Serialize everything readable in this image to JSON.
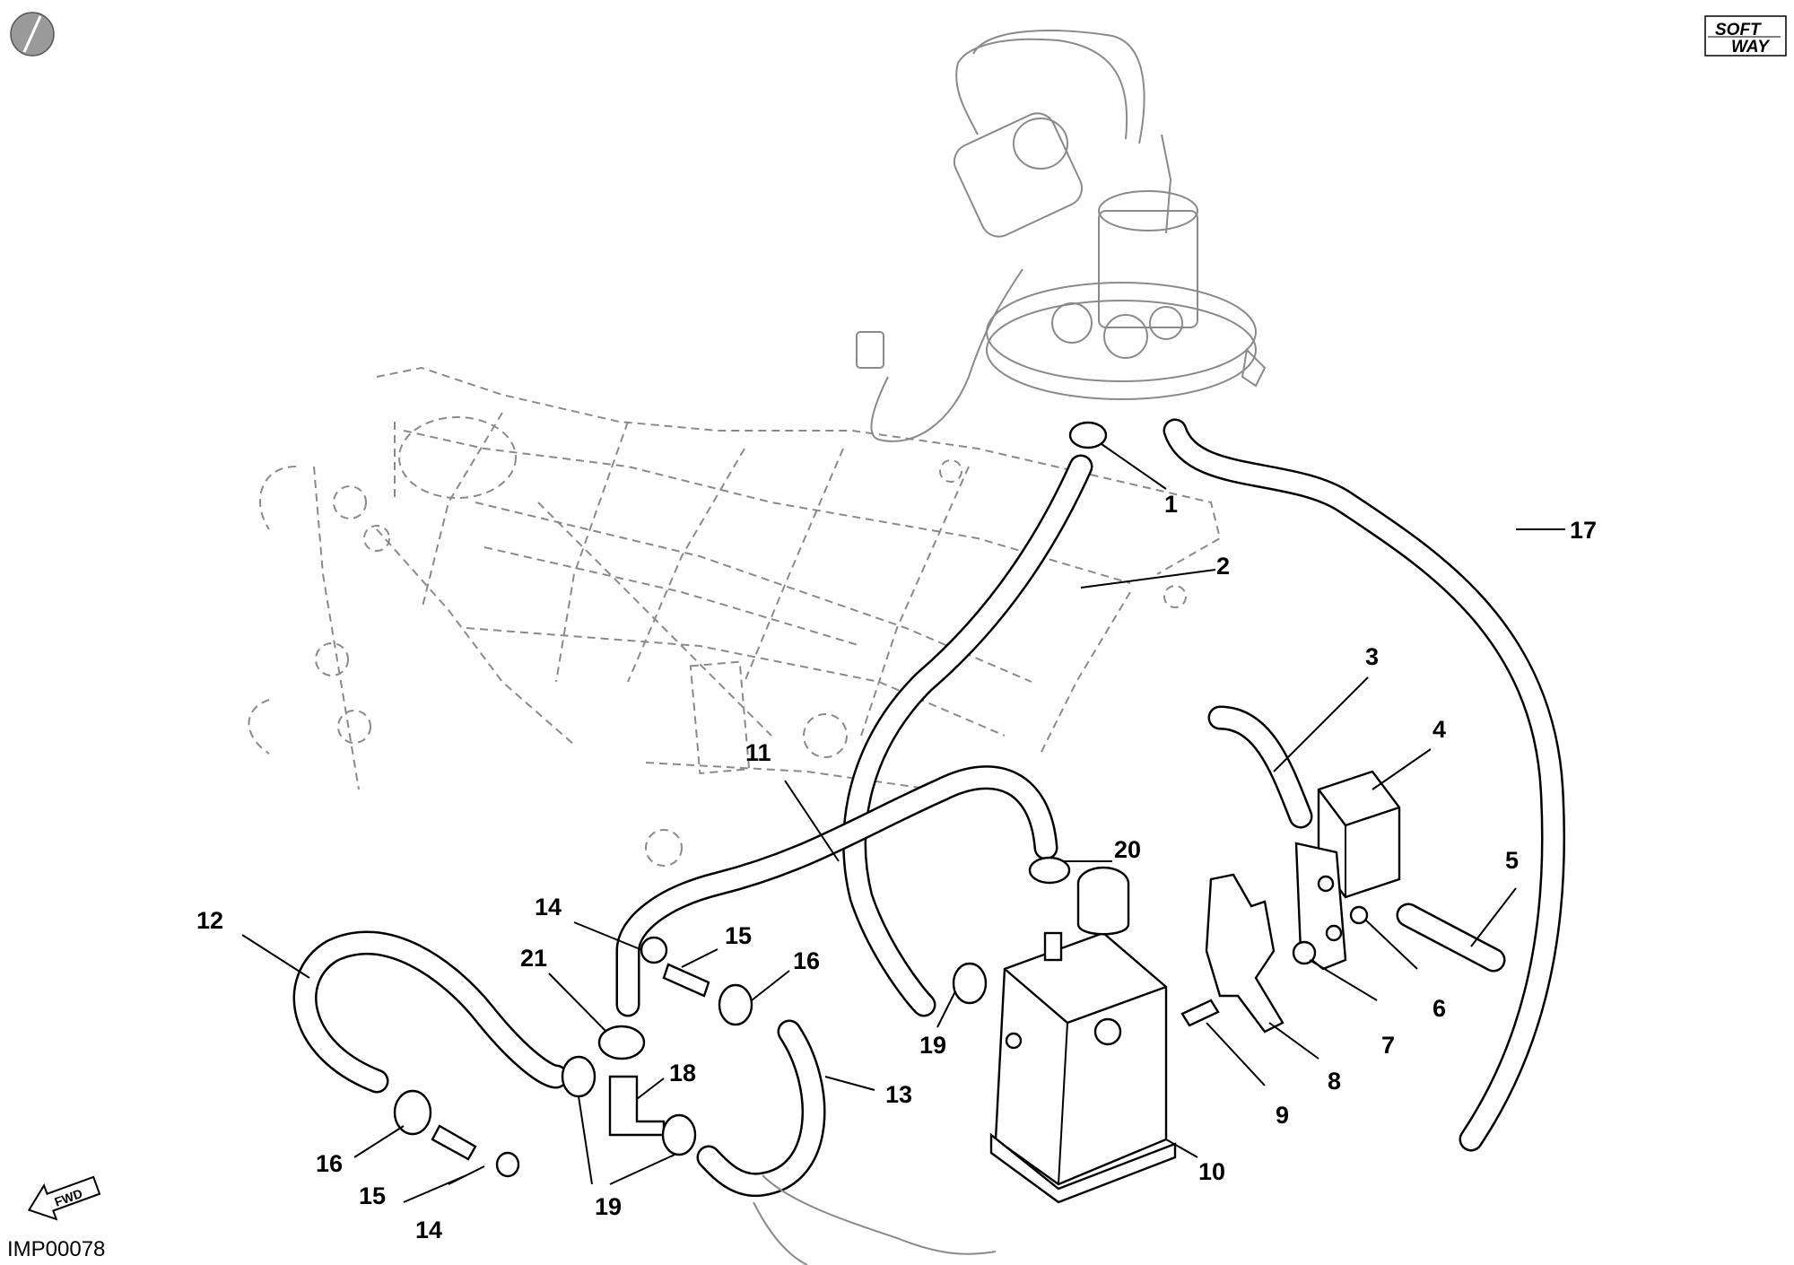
{
  "brand": {
    "logo_text_line1": "SOFT",
    "logo_text_line2": "WAY"
  },
  "drawing_ref": "IMP00078",
  "fwd_label": "FWD",
  "callouts": {
    "c1": "1",
    "c2": "2",
    "c3": "3",
    "c4": "4",
    "c5": "5",
    "c6": "6",
    "c7": "7",
    "c8": "8",
    "c9": "9",
    "c10": "10",
    "c11": "11",
    "c12": "12",
    "c13": "13",
    "c14a": "14",
    "c14b": "14",
    "c15a": "15",
    "c15b": "15",
    "c16a": "16",
    "c16b": "16",
    "c17": "17",
    "c18": "18",
    "c19a": "19",
    "c19b": "19",
    "c20": "20",
    "c21": "21"
  }
}
